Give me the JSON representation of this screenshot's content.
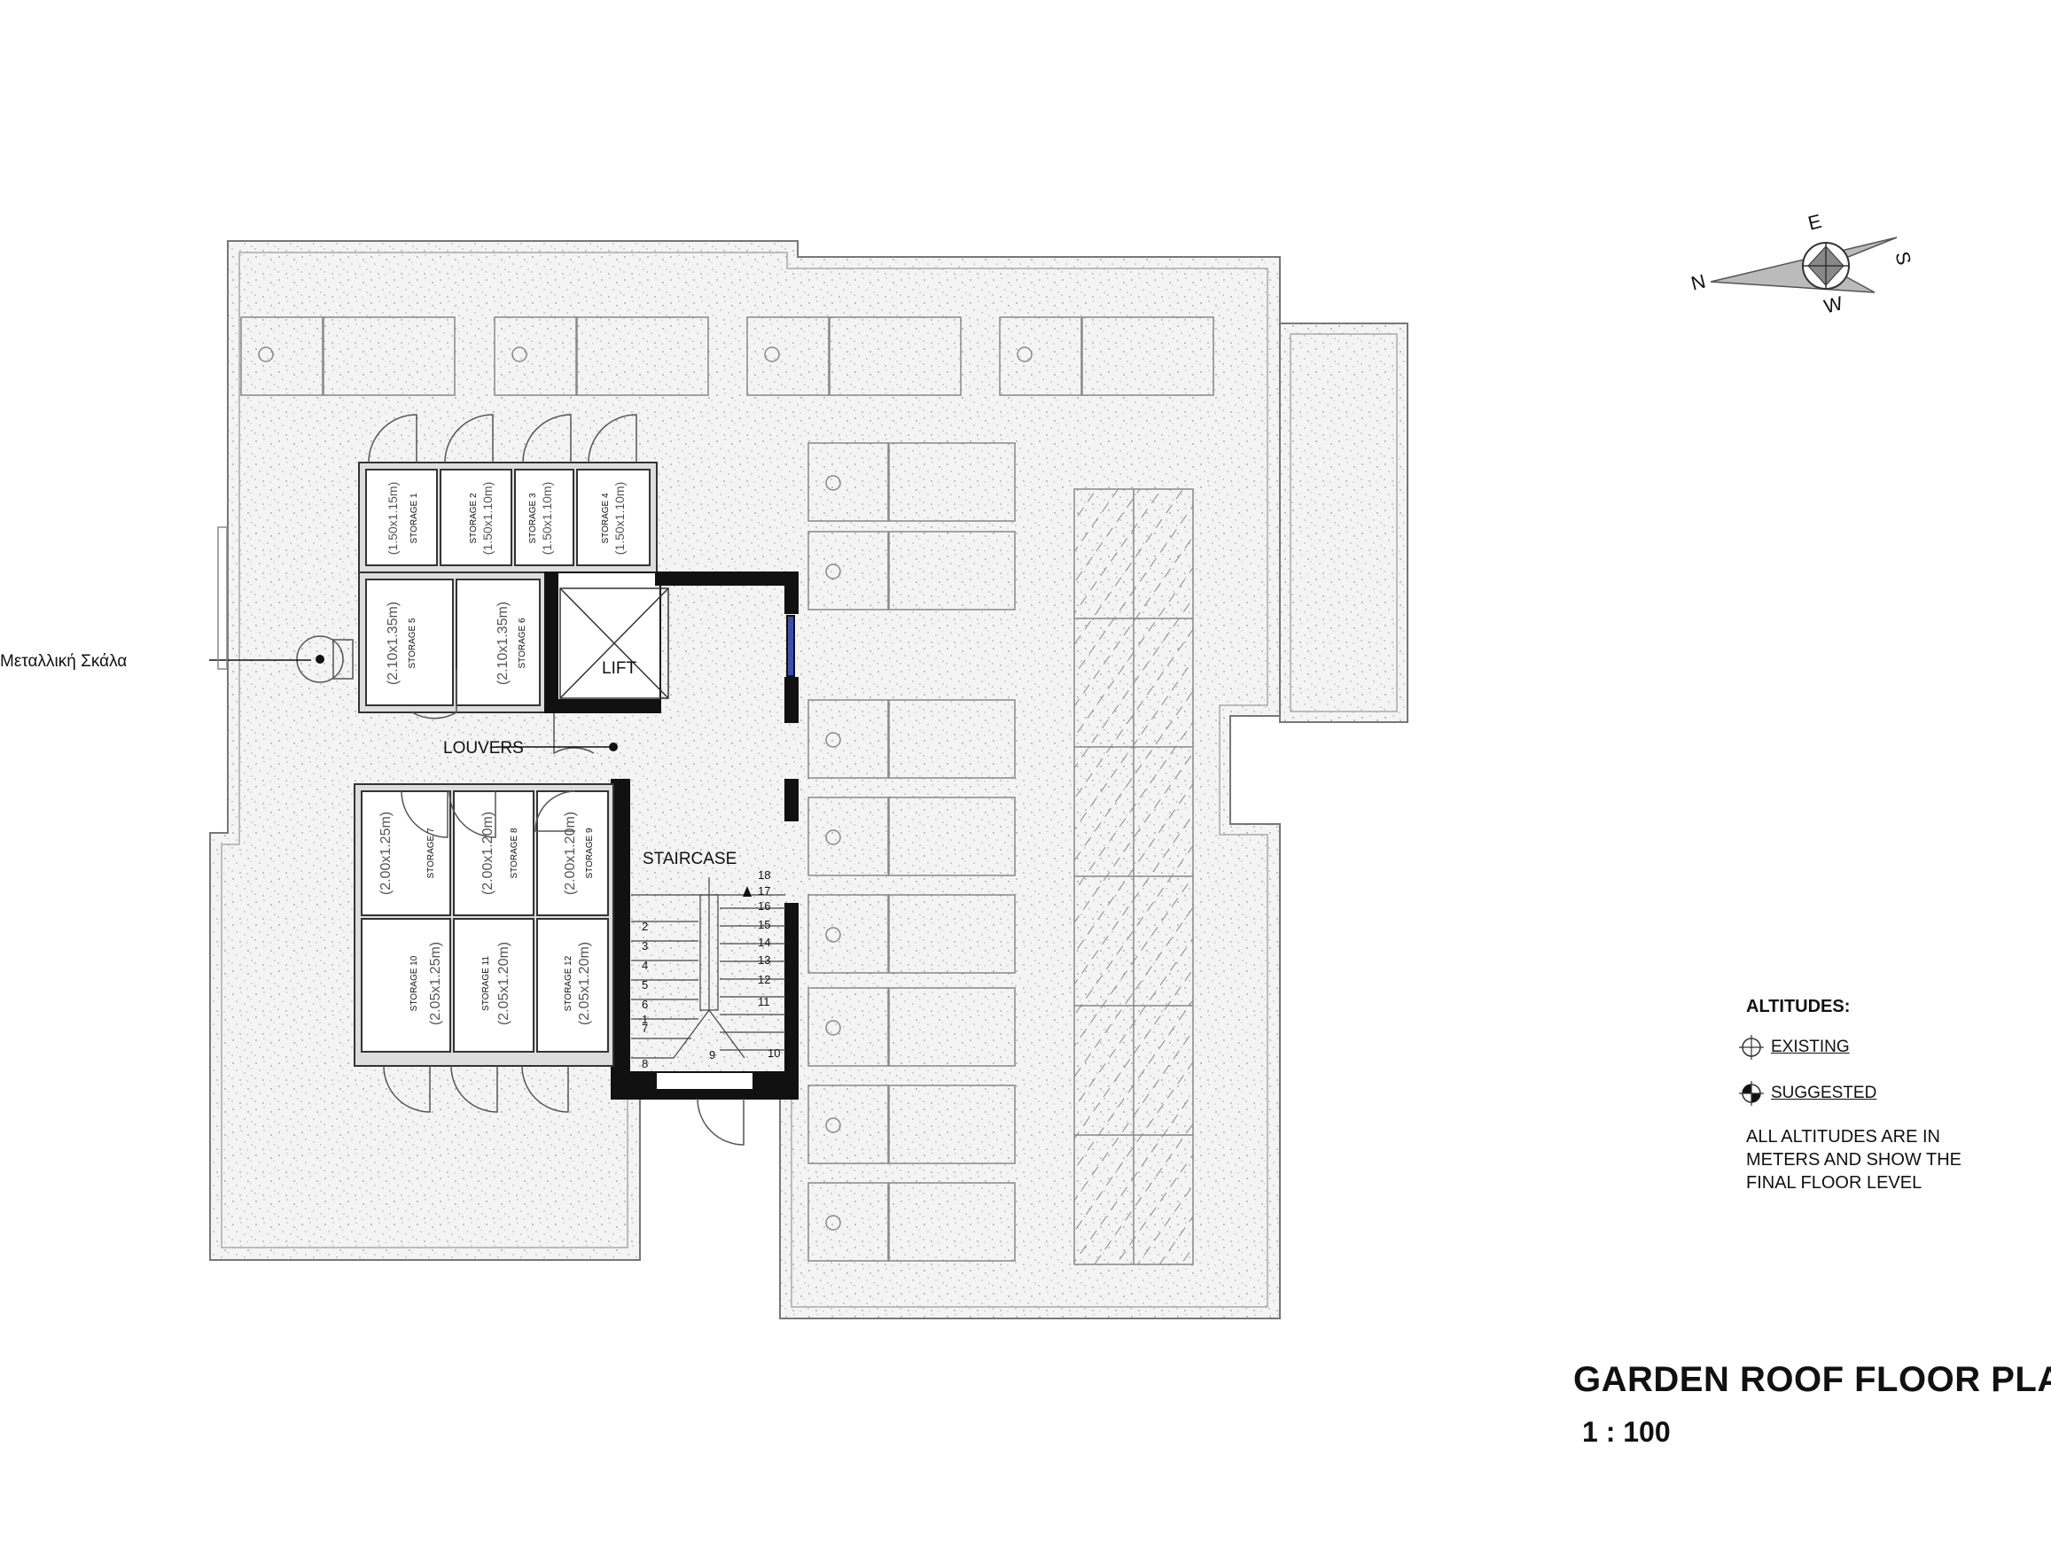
{
  "title": "GARDEN ROOF FLOOR PLAN",
  "scale": "1 : 100",
  "compass": {
    "n": "N",
    "s": "S",
    "e": "E",
    "w": "W"
  },
  "labels": {
    "metal_stair": "Μεταλλική Σκάλα",
    "louvers": "LOUVERS",
    "staircase": "STAIRCASE",
    "lift": "LIFT"
  },
  "storages": [
    {
      "name": "STORAGE 1",
      "size": "(1.50x1.15m)"
    },
    {
      "name": "STORAGE 2",
      "size": "(1.50x1.10m)"
    },
    {
      "name": "STORAGE 3",
      "size": "(1.50x1.10m)"
    },
    {
      "name": "STORAGE 4",
      "size": "(1.50x1.10m)"
    },
    {
      "name": "STORAGE 5",
      "size": "(2.10x1.35m)"
    },
    {
      "name": "STORAGE 6",
      "size": "(2.10x1.35m)"
    },
    {
      "name": "STORAGE 7",
      "size": "(2.00x1.25m)"
    },
    {
      "name": "STORAGE 8",
      "size": "(2.00x1.20m)"
    },
    {
      "name": "STORAGE 9",
      "size": "(2.00x1.20m)"
    },
    {
      "name": "STORAGE 10",
      "size": "(2.05x1.25m)"
    },
    {
      "name": "STORAGE 11",
      "size": "(2.05x1.20m)"
    },
    {
      "name": "STORAGE 12",
      "size": "(2.05x1.20m)"
    }
  ],
  "steps": [
    "1",
    "2",
    "3",
    "4",
    "5",
    "6",
    "7",
    "8",
    "9",
    "10",
    "11",
    "12",
    "13",
    "14",
    "15",
    "16",
    "17",
    "18"
  ],
  "legend": {
    "title": "ALTITUDES:",
    "existing": "EXISTING",
    "suggested": "SUGGESTED",
    "note_lines": [
      "ALL ALTITUDES ARE IN",
      "METERS AND SHOW THE",
      "FINAL FLOOR LEVEL"
    ]
  }
}
